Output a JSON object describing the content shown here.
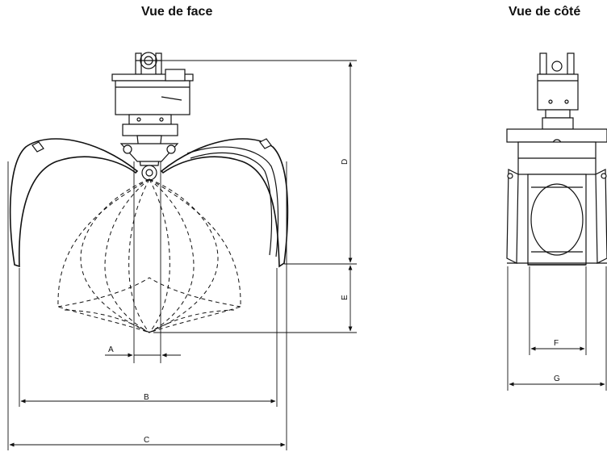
{
  "views": {
    "front_title": "Vue de face",
    "side_title": "Vue de côté"
  },
  "dimensions": {
    "A": "A",
    "B": "B",
    "C": "C",
    "D": "D",
    "E": "E",
    "F": "F",
    "G": "G"
  }
}
